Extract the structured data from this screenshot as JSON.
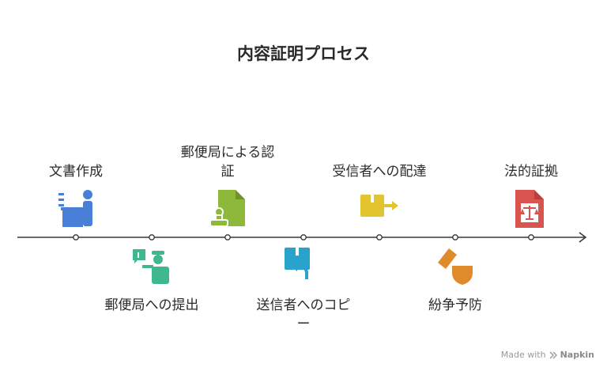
{
  "title": "内容証明プロセス",
  "steps": [
    {
      "label": "文書作成",
      "icon": "person-at-desk-icon",
      "color": "#4a7fd8"
    },
    {
      "label": "郵便局への提出",
      "icon": "postal-worker-icon",
      "color": "#3fb88f"
    },
    {
      "label_line1": "郵便局による認",
      "label_line2": "証",
      "icon": "document-stamp-icon",
      "color": "#8db83a"
    },
    {
      "label_line1": "送信者へのコピ",
      "label_line2": "ー",
      "icon": "box-return-icon",
      "color": "#2aa3cc"
    },
    {
      "label": "受信者への配達",
      "icon": "box-forward-icon",
      "color": "#e2c42e"
    },
    {
      "label": "紛争予防",
      "icon": "bandage-shield-icon",
      "color": "#e08a2e"
    },
    {
      "label": "法的証拠",
      "icon": "legal-document-scales-icon",
      "color": "#d9534f"
    }
  ],
  "footer": {
    "made_with": "Made with",
    "brand": "Napkin"
  }
}
